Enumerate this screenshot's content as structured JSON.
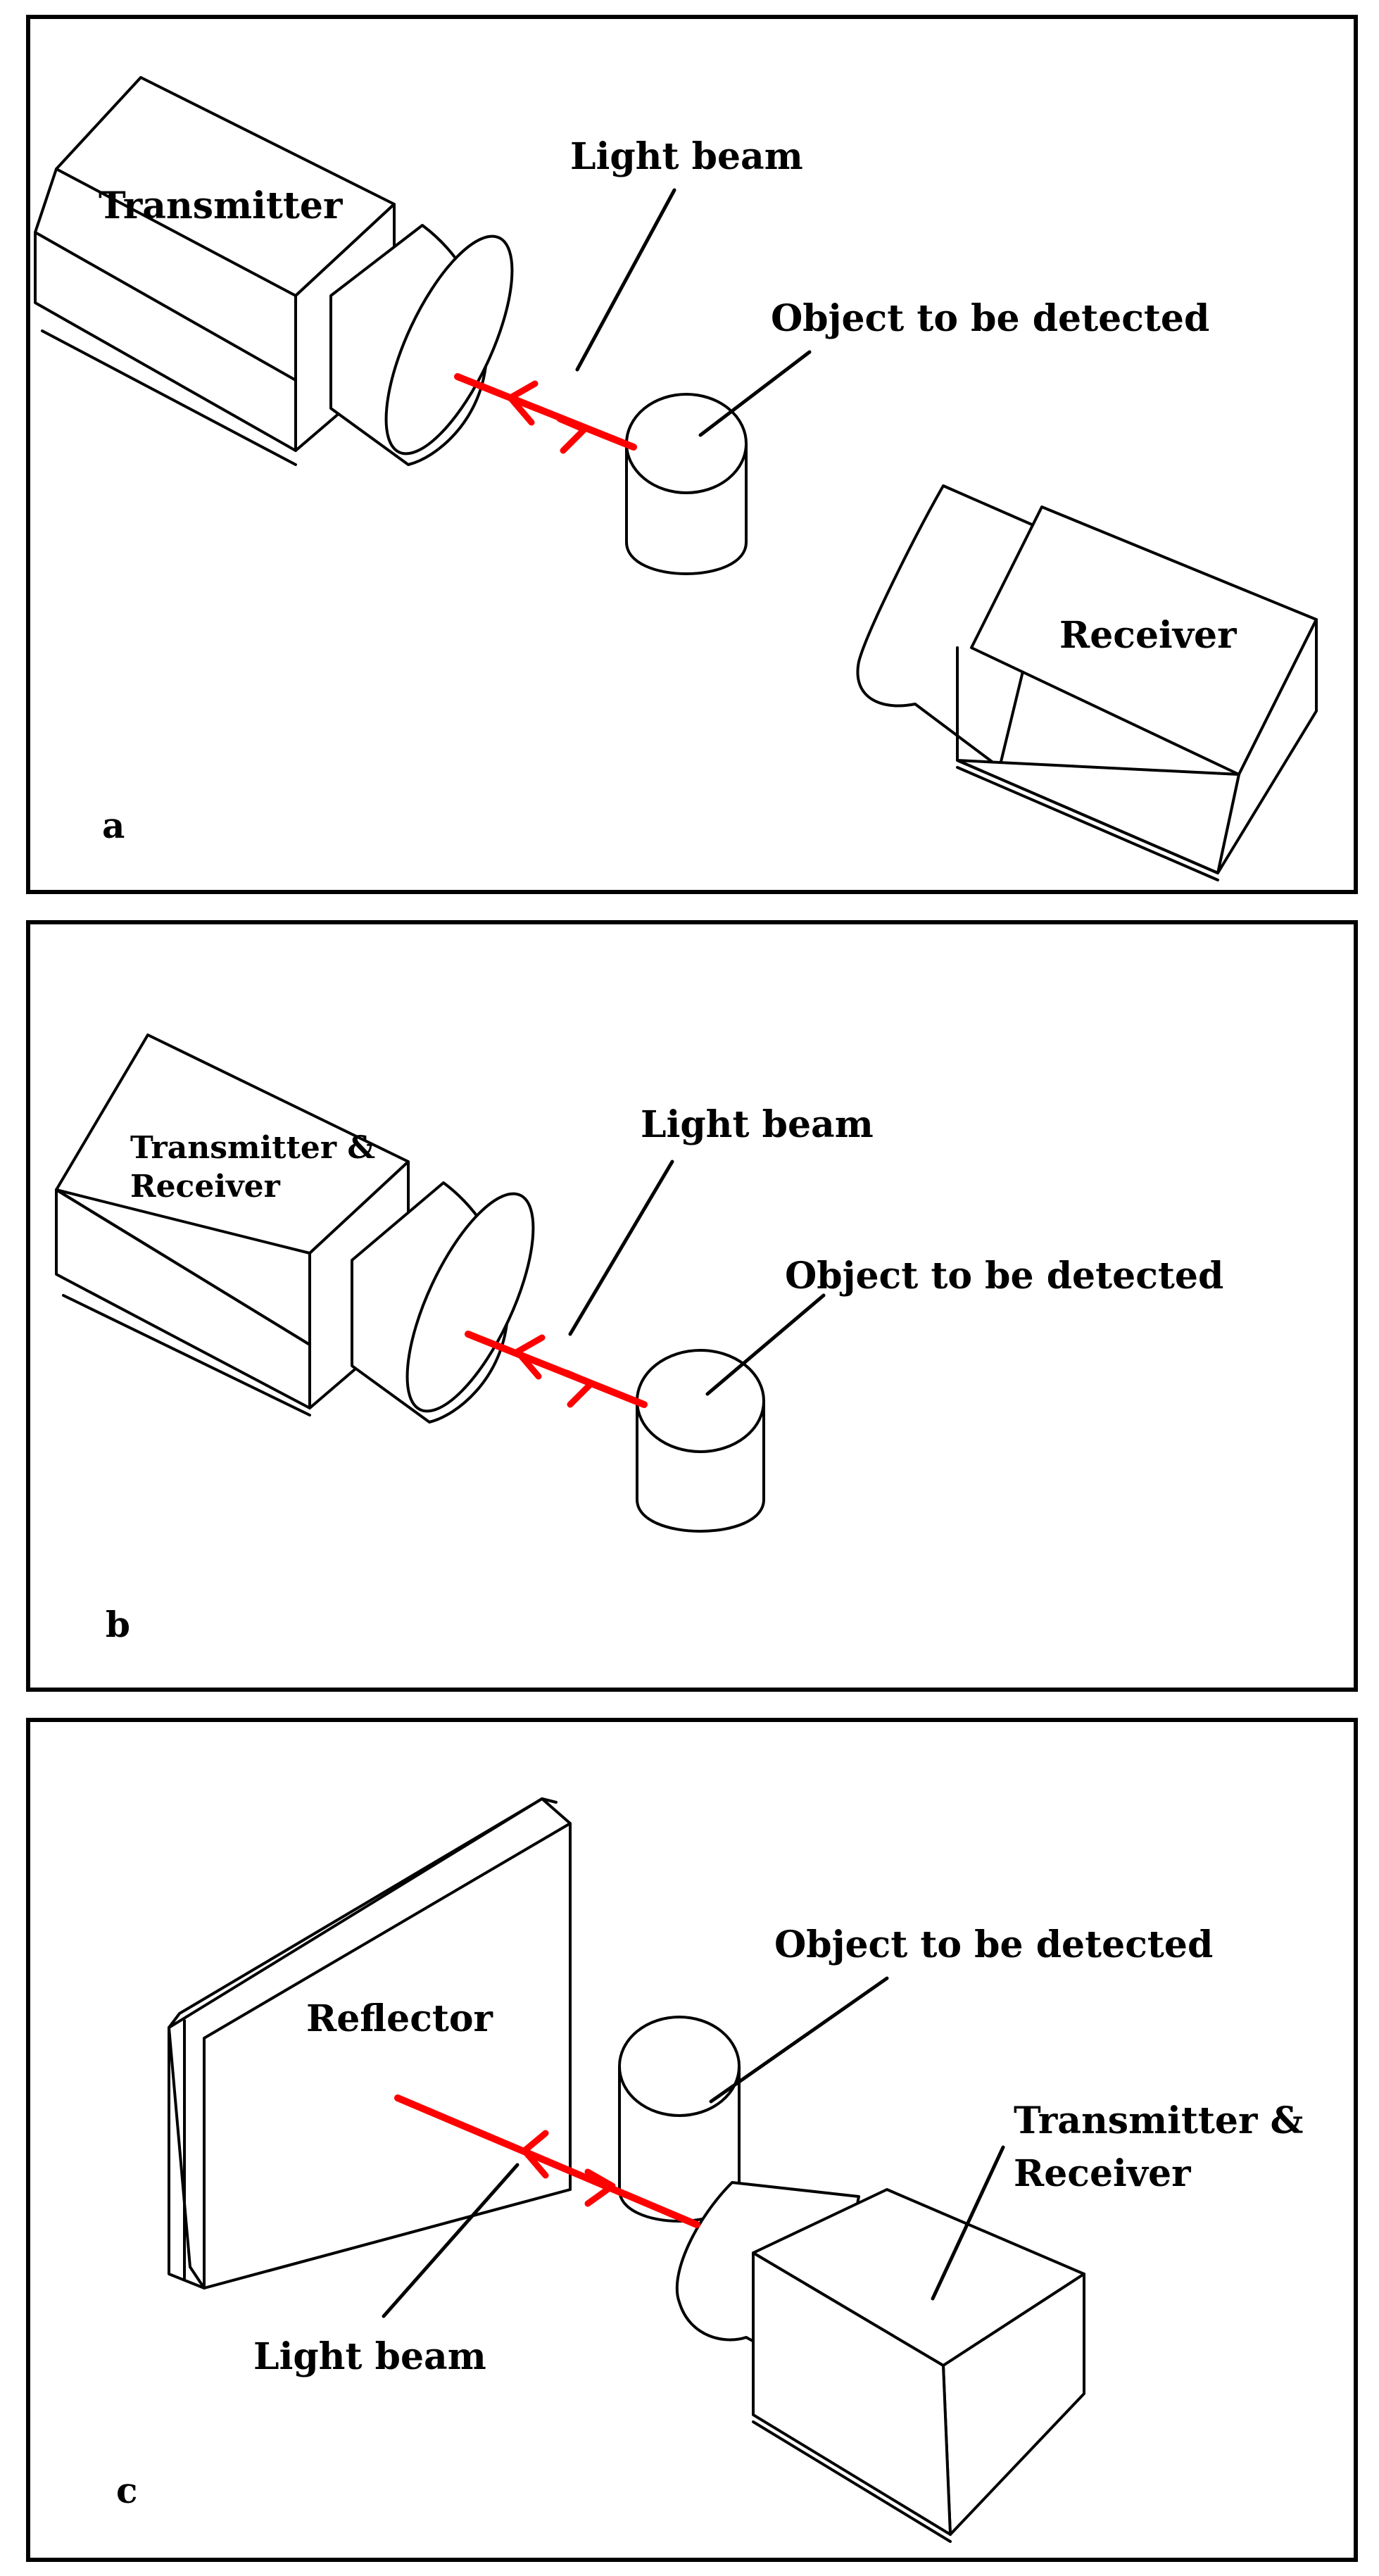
{
  "panels": [
    {
      "letter": "a",
      "labels": {
        "light_beam": "Light beam",
        "object": "Object to be detected",
        "transmitter": "Transmitter",
        "receiver": "Receiver"
      }
    },
    {
      "letter": "b",
      "labels": {
        "light_beam": "Light beam",
        "object": "Object to be detected",
        "transceiver_line1": "Transmitter &",
        "transceiver_line2": "Receiver"
      }
    },
    {
      "letter": "c",
      "labels": {
        "object": "Object to be detected",
        "reflector": "Reflector",
        "transceiver_line1": "Transmitter &",
        "transceiver_line2": "Receiver",
        "light_beam": "Light beam"
      }
    }
  ],
  "colors": {
    "beam": "#ff0000",
    "outline": "#000000",
    "background": "#ffffff"
  }
}
